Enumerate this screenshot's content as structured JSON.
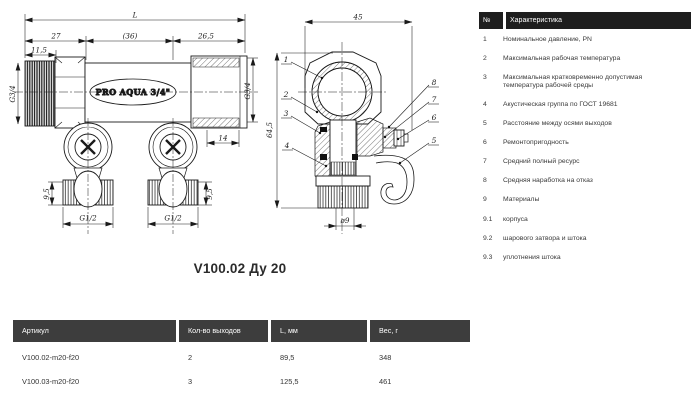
{
  "colors": {
    "background": "#ffffff",
    "spec_header_bg": "#1e1e1e",
    "product_header_bg": "#3d3d3d",
    "header_text": "#ffffff",
    "body_text": "#3a3a3a",
    "line": "#1a1a1a"
  },
  "drawing": {
    "title": "V100.02 Ду 20",
    "front_view": {
      "body_label": "PRO AQUA 3/4\"",
      "dims": {
        "overall_length": "L",
        "left_section": "27",
        "middle_section": "(36)",
        "right_section": "26,5",
        "inlet_hex_len": "11,5",
        "inlet_thread": "G3/4",
        "outlet_thread": "G3/4",
        "outlet_thread_len": "14",
        "branch_len_left": "9,5",
        "branch_len_right": "9,5",
        "branch_thread_left": "G1/2",
        "branch_thread_right": "G1/2"
      }
    },
    "side_view": {
      "dims": {
        "width": "45",
        "height": "64,5",
        "bore": "ø9"
      },
      "callouts": [
        "1",
        "2",
        "3",
        "4",
        "5",
        "6",
        "7",
        "8"
      ]
    }
  },
  "spec_table": {
    "headers": {
      "num": "№",
      "name": "Характеристика"
    },
    "rows": [
      {
        "num": "1",
        "name": "Номинальное давление, PN"
      },
      {
        "num": "2",
        "name": "Максимальная рабочая температура"
      },
      {
        "num": "3",
        "name": "Максимальная кратковременно допустимая температура рабочей среды"
      },
      {
        "num": "4",
        "name": "Акустическая группа по ГОСТ 19681"
      },
      {
        "num": "5",
        "name": "Расстояние между осями выходов"
      },
      {
        "num": "6",
        "name": "Ремонтопригодность"
      },
      {
        "num": "7",
        "name": "Средний полный ресурс"
      },
      {
        "num": "8",
        "name": "Средняя наработка на отказ"
      },
      {
        "num": "9",
        "name": "Материалы"
      },
      {
        "num": "9.1",
        "name": "корпуса"
      },
      {
        "num": "9.2",
        "name": "шарового затвора и штока"
      },
      {
        "num": "9.3",
        "name": "уплотнения штока"
      }
    ]
  },
  "product_table": {
    "headers": [
      "Артикул",
      "Кол-во выходов",
      "L, мм",
      "Вес, г"
    ],
    "rows": [
      [
        "V100.02-m20-f20",
        "2",
        "89,5",
        "348"
      ],
      [
        "V100.03-m20-f20",
        "3",
        "125,5",
        "461"
      ]
    ]
  }
}
